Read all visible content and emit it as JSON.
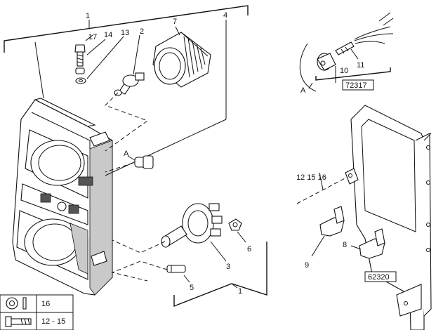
{
  "callouts": {
    "c1_top": "1",
    "c17": "17",
    "c14": "14",
    "c13": "13",
    "c2": "2",
    "c7": "7",
    "c4": "4",
    "cA_left": "A",
    "c3": "3",
    "c6": "6",
    "c5": "5",
    "c1_bottom": "1",
    "cA_right": "A",
    "c10": "10",
    "c11": "11",
    "c12_15_16": "12 15 16",
    "c8": "8",
    "c9": "9"
  },
  "boxes": {
    "ref_72317": "72317",
    "ref_62320": "62320"
  },
  "legend": {
    "row1_ref": "16",
    "row2_ref": "12 - 15"
  }
}
